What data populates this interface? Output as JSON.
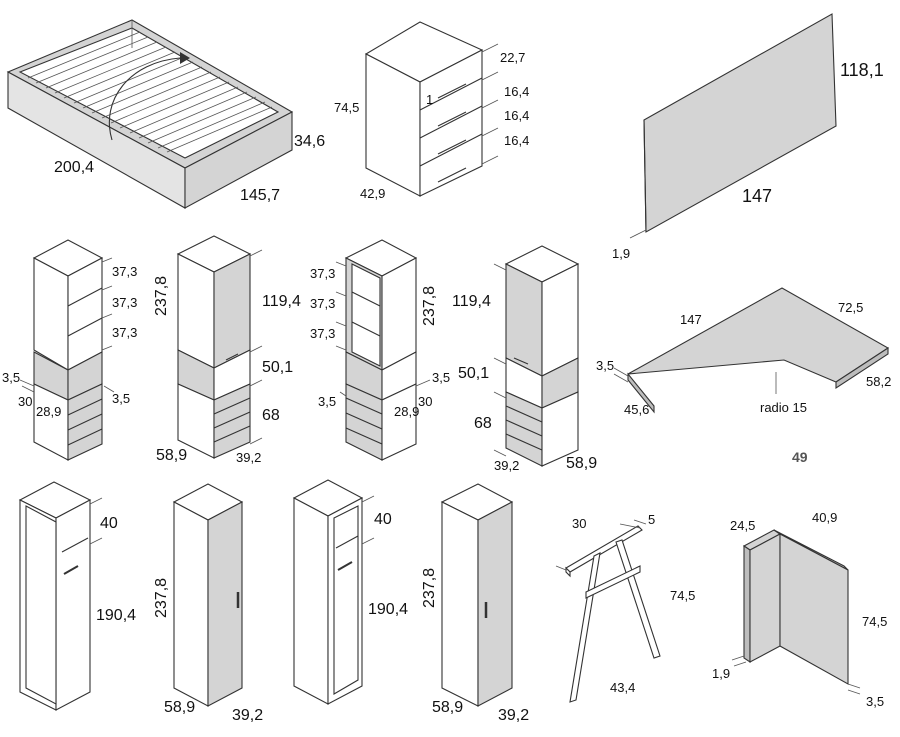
{
  "bed": {
    "length": "200,4",
    "height": "34,6",
    "width": "145,7"
  },
  "chest": {
    "top": "22,7",
    "drawer1": "16,4",
    "drawer2": "16,4",
    "drawer3": "16,4",
    "height": "74,5",
    "width": "42,9",
    "drawer_number": "1"
  },
  "panel": {
    "height": "118,1",
    "width": "147",
    "thickness": "1,9"
  },
  "unit1": {
    "shelf1": "37,3",
    "shelf2": "37,3",
    "shelf3": "37,3",
    "side": "3,5",
    "side2": "3,5",
    "depth": "30",
    "inner": "28,9"
  },
  "unit2": {
    "height": "237,8",
    "top": "119,4",
    "mid": "50,1",
    "bottom": "68",
    "width": "58,9",
    "depth": "39,2"
  },
  "unit3": {
    "shelf1": "37,3",
    "shelf2": "37,3",
    "shelf3": "37,3",
    "height": "237,8",
    "side": "3,5",
    "side2": "3,5",
    "depth": "30",
    "inner": "28,9"
  },
  "unit4": {
    "top": "119,4",
    "mid": "50,1",
    "bottom": "68",
    "depth": "39,2",
    "width": "58,9"
  },
  "corner_desk": {
    "length": "147",
    "return": "72,5",
    "thickness": "3,5",
    "depth": "45,6",
    "radius": "radio 15",
    "end": "58,2",
    "below": "49"
  },
  "wardrobe1": {
    "top": "40",
    "height": "190,4"
  },
  "wardrobe2": {
    "height": "237,8",
    "width": "58,9",
    "depth": "39,2"
  },
  "wardrobe3": {
    "top": "40",
    "height": "190,4"
  },
  "wardrobe4": {
    "height": "237,8",
    "width": "58,9",
    "depth": "39,2"
  },
  "trestle": {
    "width": "30",
    "thickness": "5",
    "height": "74,5",
    "depth": "43,4"
  },
  "desk_leg": {
    "width": "24,5",
    "depth": "40,9",
    "height": "74,5",
    "thickness": "1,9",
    "foot": "3,5"
  }
}
